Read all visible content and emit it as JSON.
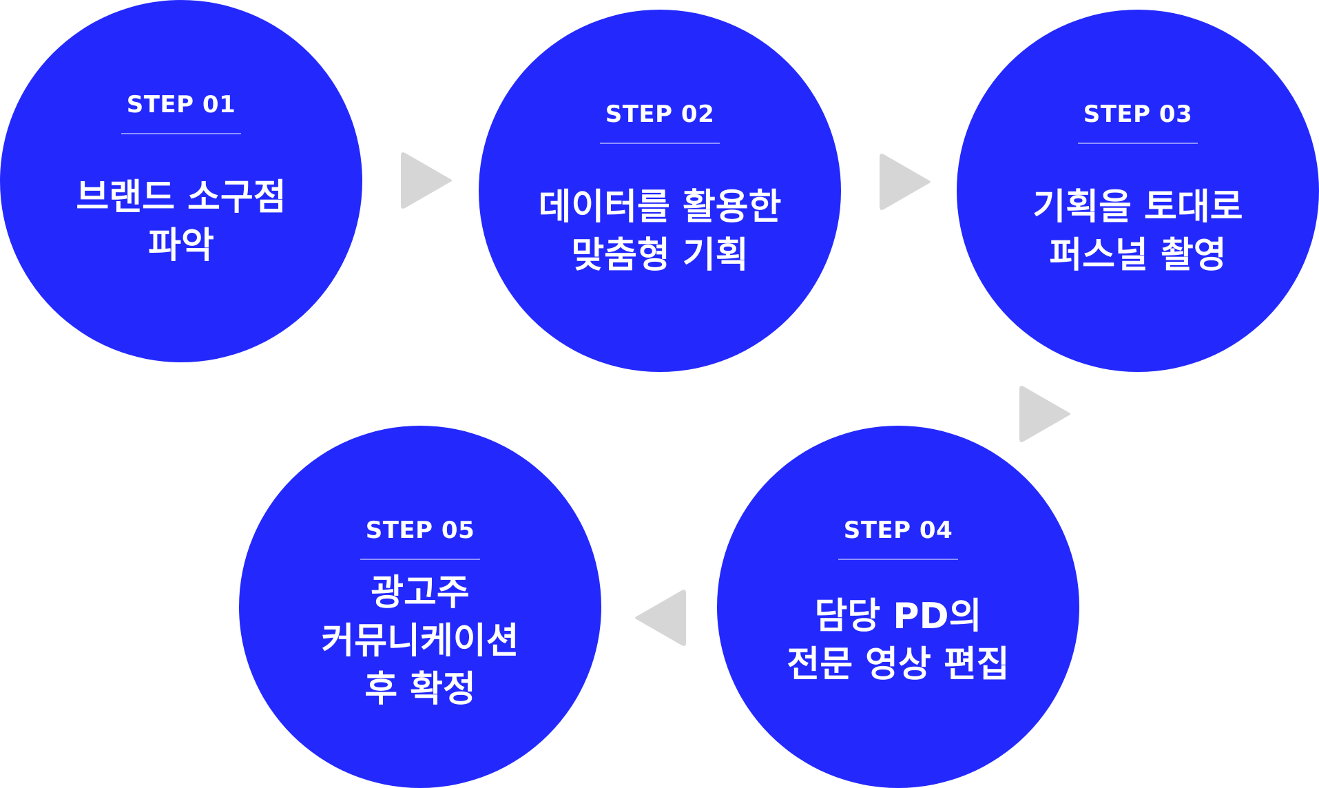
{
  "steps": [
    {
      "label": "STEP 01",
      "title_lines": [
        "브랜드 소구점",
        "파악"
      ]
    },
    {
      "label": "STEP 02",
      "title_lines": [
        "데이터를 활용한",
        "맞춤형 기획"
      ]
    },
    {
      "label": "STEP 03",
      "title_lines": [
        "기획을 토대로",
        "퍼스널 촬영"
      ]
    },
    {
      "label": "STEP 04",
      "title_lines": [
        "담당 PD의",
        "전문 영상 편집"
      ]
    },
    {
      "label": "STEP 05",
      "title_lines": [
        "광고주",
        "커뮤니케이션",
        "후 확정"
      ]
    }
  ],
  "colors": {
    "circle": "#2329fc",
    "text": "#ffffff",
    "divider": "#8f93fd",
    "arrow": "#d6d6d6"
  }
}
